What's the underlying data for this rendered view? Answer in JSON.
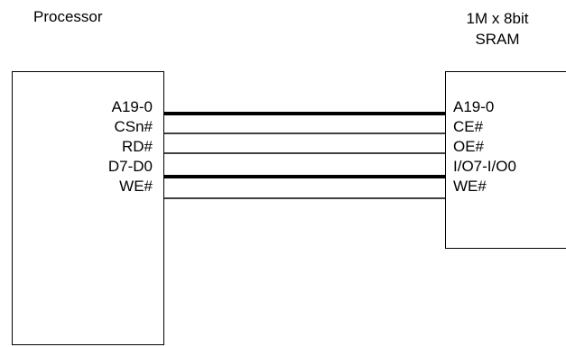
{
  "processor": {
    "title": "Processor",
    "pins": [
      "A19-0",
      "CSn#",
      "RD#",
      "D7-D0",
      "WE#"
    ]
  },
  "sram": {
    "title_line1": "1M x 8bit",
    "title_line2": "SRAM",
    "pins": [
      "A19-0",
      "CE#",
      "OE#",
      "I/O7-I/O0",
      "WE#"
    ]
  },
  "connections": [
    {
      "from": "A19-0",
      "to": "A19-0",
      "bus": true
    },
    {
      "from": "CSn#",
      "to": "CE#",
      "bus": false
    },
    {
      "from": "RD#",
      "to": "OE#",
      "bus": false
    },
    {
      "from": "D7-D0",
      "to": "I/O7-I/O0",
      "bus": true
    },
    {
      "from": "WE#",
      "to": "WE#",
      "bus": false
    }
  ]
}
